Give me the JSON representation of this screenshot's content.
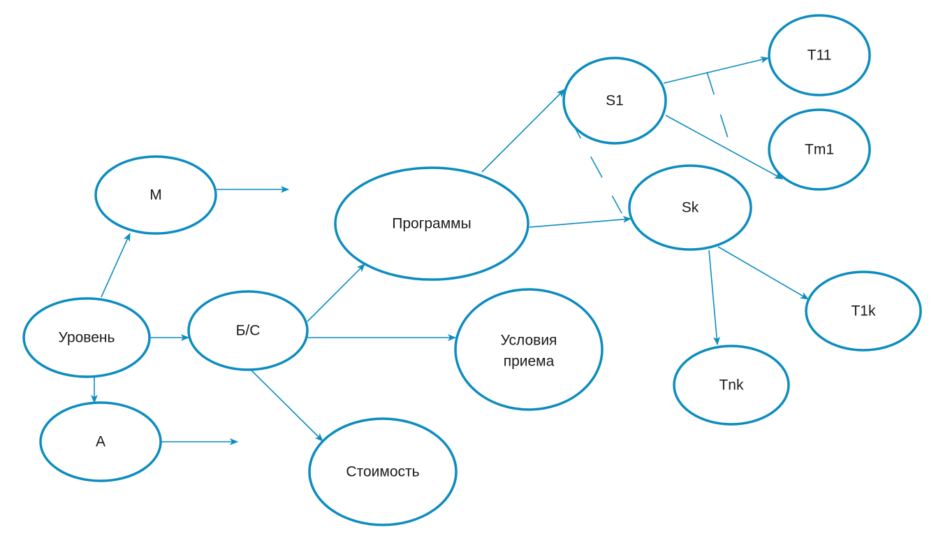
{
  "diagram": {
    "accent_color": "#0c8cbf",
    "nodes": [
      {
        "id": "level",
        "label": "Уровень"
      },
      {
        "id": "m",
        "label": "М"
      },
      {
        "id": "a",
        "label": "А"
      },
      {
        "id": "bs",
        "label": "Б/С"
      },
      {
        "id": "programs",
        "label": "Программы"
      },
      {
        "id": "conditions",
        "label": "Условия приема",
        "lines": [
          "Условия",
          "приема"
        ]
      },
      {
        "id": "cost",
        "label": "Стоимость"
      },
      {
        "id": "s1",
        "label": "S1"
      },
      {
        "id": "sk",
        "label": "Sk"
      },
      {
        "id": "t11",
        "label": "T11"
      },
      {
        "id": "tm1",
        "label": "Tm1"
      },
      {
        "id": "t1k",
        "label": "T1k"
      },
      {
        "id": "tnk",
        "label": "Tnk"
      }
    ],
    "edges": [
      {
        "from": "level",
        "to": "m"
      },
      {
        "from": "level",
        "to": "bs"
      },
      {
        "from": "level",
        "to": "a"
      },
      {
        "from": "m",
        "to": "open-right"
      },
      {
        "from": "a",
        "to": "open-right"
      },
      {
        "from": "bs",
        "to": "programs"
      },
      {
        "from": "bs",
        "to": "conditions"
      },
      {
        "from": "bs",
        "to": "cost"
      },
      {
        "from": "programs",
        "to": "s1"
      },
      {
        "from": "programs",
        "to": "sk"
      },
      {
        "from": "s1",
        "to": "t11"
      },
      {
        "from": "s1",
        "to": "tm1"
      },
      {
        "from": "sk",
        "to": "t1k"
      },
      {
        "from": "sk",
        "to": "tnk"
      }
    ],
    "ellipsis_links": [
      {
        "between": [
          "s1",
          "sk"
        ],
        "style": "dashed"
      },
      {
        "between": [
          "t11",
          "tm1"
        ],
        "style": "dashed"
      }
    ]
  }
}
